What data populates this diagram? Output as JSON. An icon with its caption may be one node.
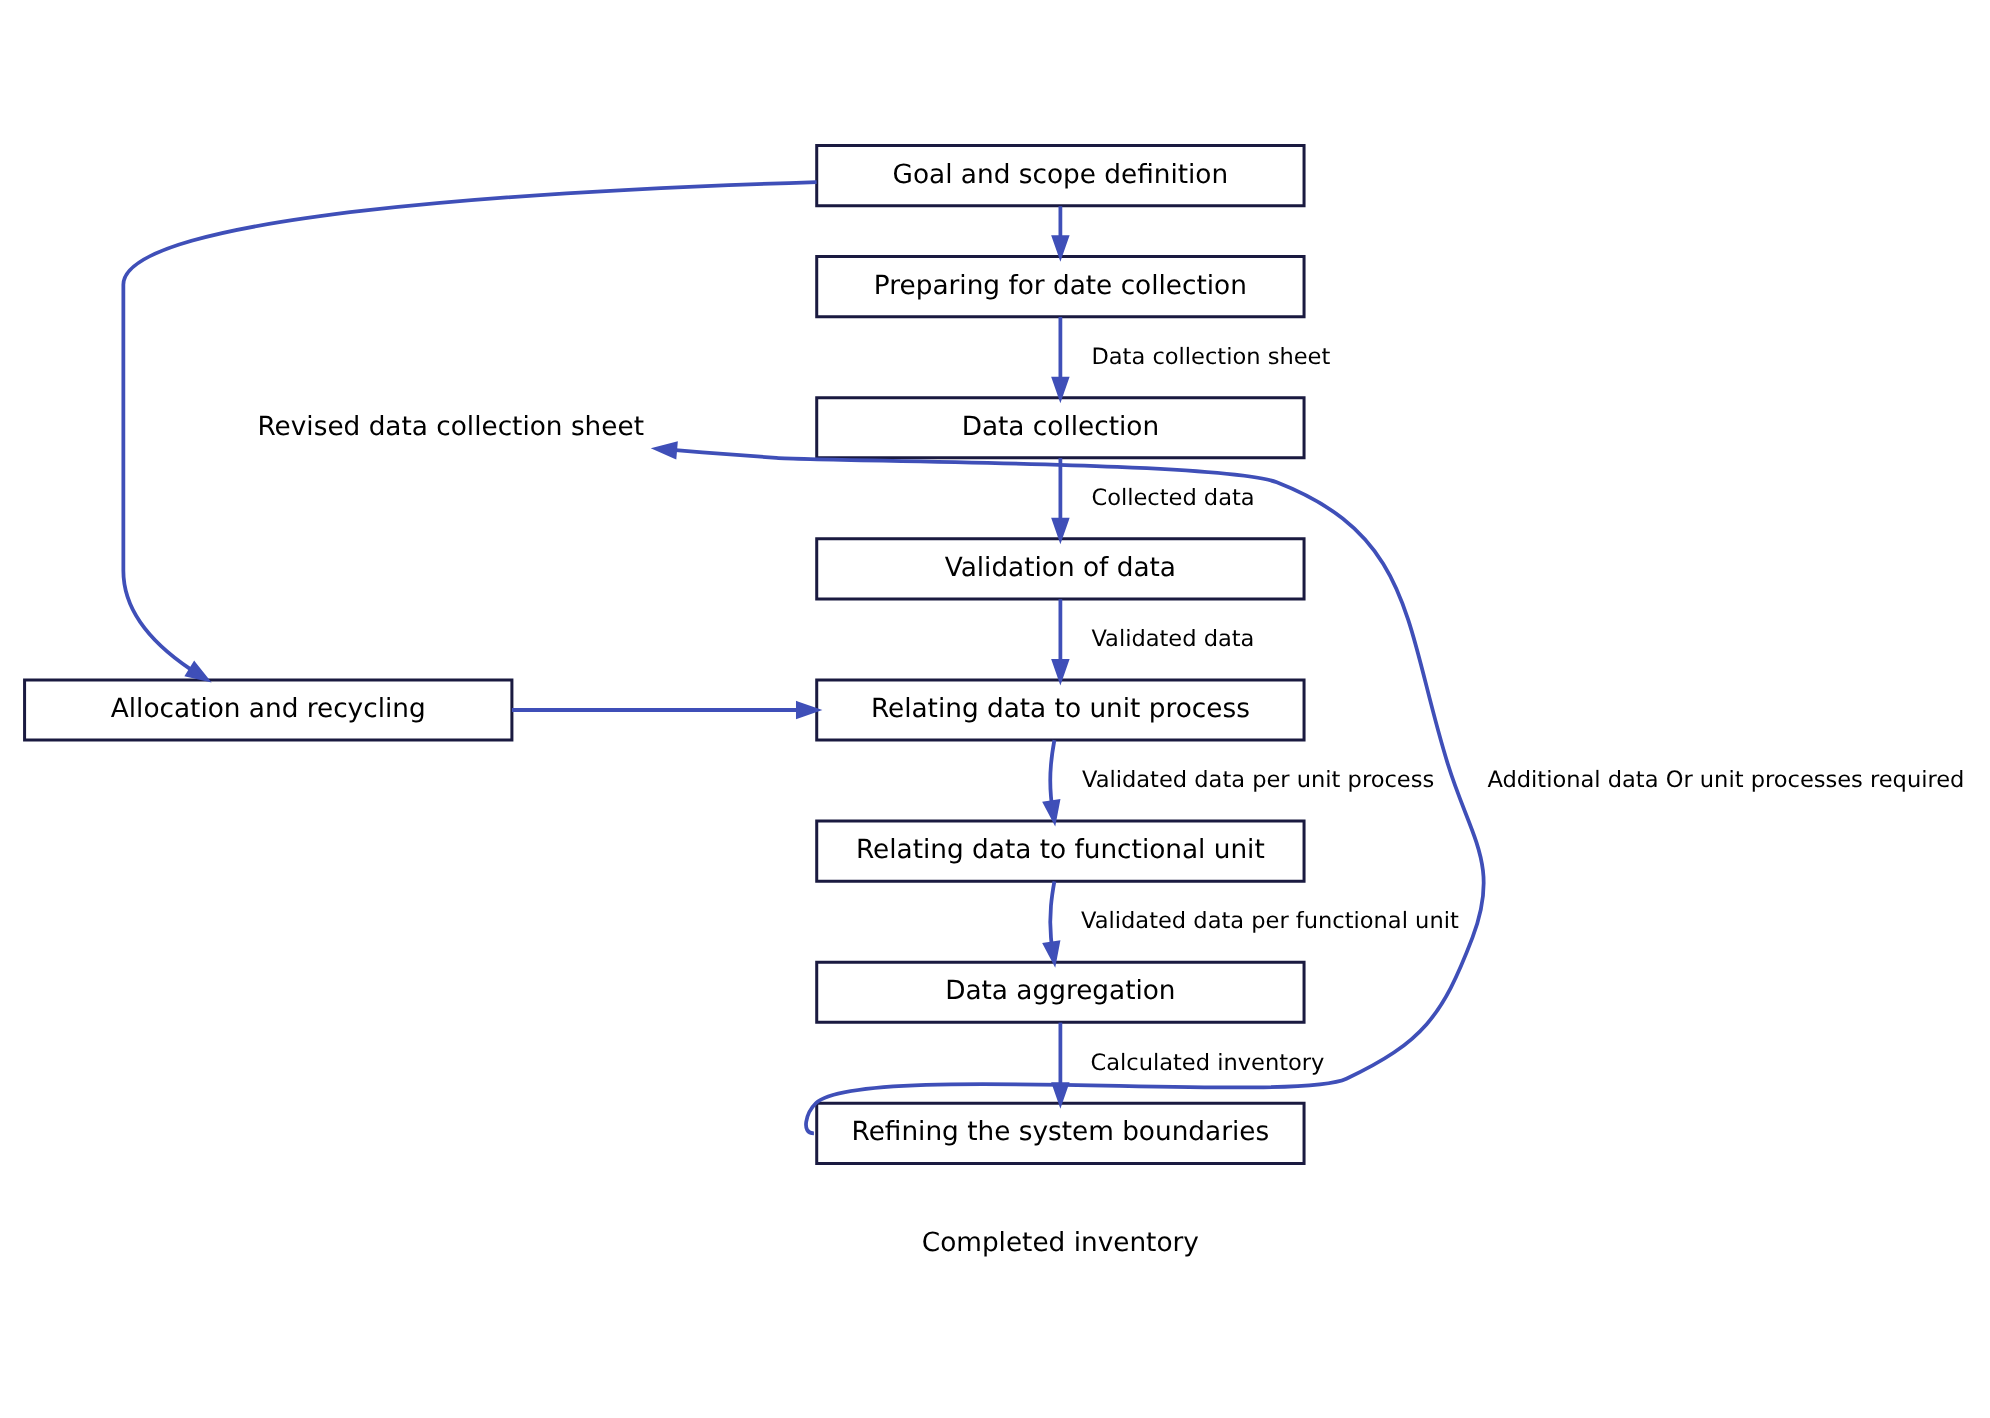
{
  "diagram": {
    "nodes": [
      {
        "text": [
          "Goal and scope definition"
        ]
      },
      {
        "text": [
          "Preparing for date collection"
        ]
      },
      {
        "text": [
          "Data collection"
        ]
      },
      {
        "text": [
          "Validation of data"
        ]
      },
      {
        "text": [
          "Relating data to unit process"
        ]
      },
      {
        "text": [
          "Relating data to functional unit"
        ]
      },
      {
        "text": [
          "Data aggregation"
        ]
      },
      {
        "text": [
          "Refining the system boundaries"
        ]
      },
      {
        "text": [
          "Allocation and recycling"
        ]
      },
      {
        "text": [
          "Revised data collection sheet"
        ]
      }
    ],
    "edges": [
      {
        "from": 0,
        "to": 1,
        "arrow": "to"
      },
      {
        "from": 1,
        "to": 2,
        "arrow": "to",
        "label": "Data collection sheet"
      },
      {
        "from": 2,
        "to": 3,
        "arrow": "to",
        "label": "Collected data"
      },
      {
        "from": 3,
        "to": 4,
        "arrow": "to",
        "label": "Validated data"
      },
      {
        "from": 4,
        "to": 5,
        "arrow": "to",
        "label": "Validated data per unit process"
      },
      {
        "from": 5,
        "to": 6,
        "arrow": "to",
        "label": "Validated data per functional unit"
      },
      {
        "from": 6,
        "to": 7,
        "arrow": "to",
        "label": "Calculated inventory"
      },
      {
        "from": 0,
        "to": 8,
        "arrow": "to"
      },
      {
        "from": 8,
        "to": 4,
        "arrow": "to"
      },
      {
        "from": 7,
        "to": 9,
        "arrow": "to",
        "label": "Additional data Or unit processes required"
      }
    ],
    "labels": [
      "Completed inventory"
    ]
  }
}
